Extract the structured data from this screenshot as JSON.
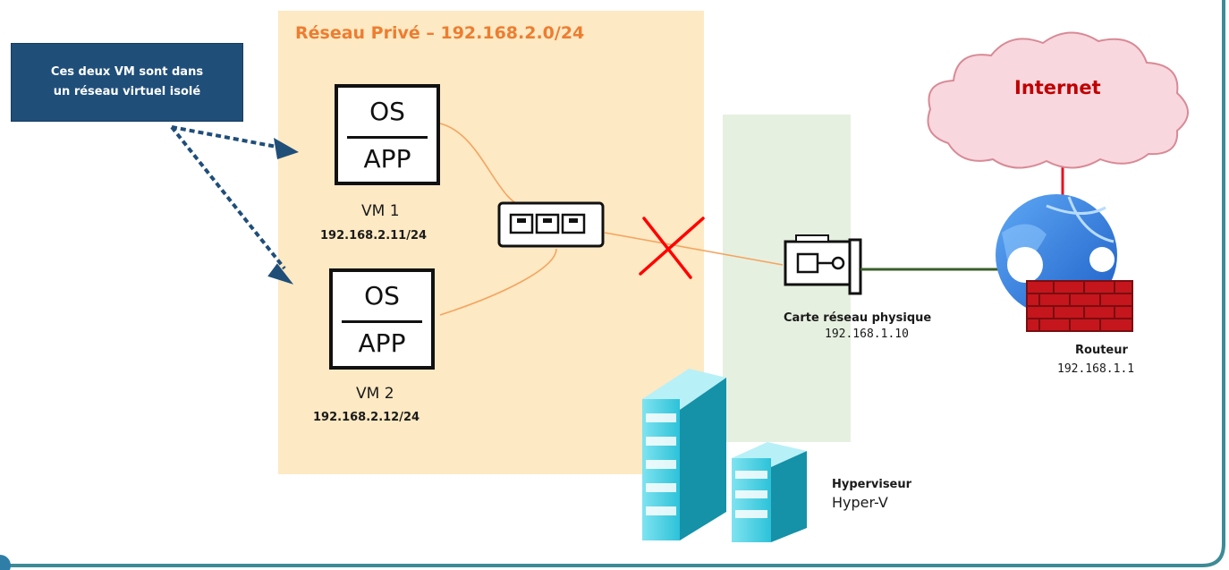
{
  "network": {
    "title": "Réseau Privé – 192.168.2.0/24"
  },
  "callout": {
    "line1": "Ces deux VM sont dans",
    "line2": "un réseau virtuel isolé"
  },
  "vms": [
    {
      "os_label": "OS",
      "app_label": "APP",
      "name": "VM 1",
      "ip": "192.168.2.11/24"
    },
    {
      "os_label": "OS",
      "app_label": "APP",
      "name": "VM 2",
      "ip": "192.168.2.12/24"
    }
  ],
  "nic": {
    "label": "Carte réseau physique",
    "ip": "192.168.1.10"
  },
  "router": {
    "label": "Routeur",
    "ip": "192.168.1.1"
  },
  "internet": {
    "label": "Internet"
  },
  "hypervisor": {
    "label": "Hyperviseur",
    "product": "Hyper-V"
  },
  "colors": {
    "private_zone": "#fde9c3",
    "host_zone": "#e3eedd",
    "callout": "#1f4e79",
    "title_accent": "#ed7d31",
    "link_orange": "#f4a460",
    "blocked_cross": "#ff0000",
    "uplink_green": "#3a5e2a",
    "internet_link": "#e81123",
    "cloud": "#f8d7de",
    "frame_teal": "#3d8b96"
  }
}
